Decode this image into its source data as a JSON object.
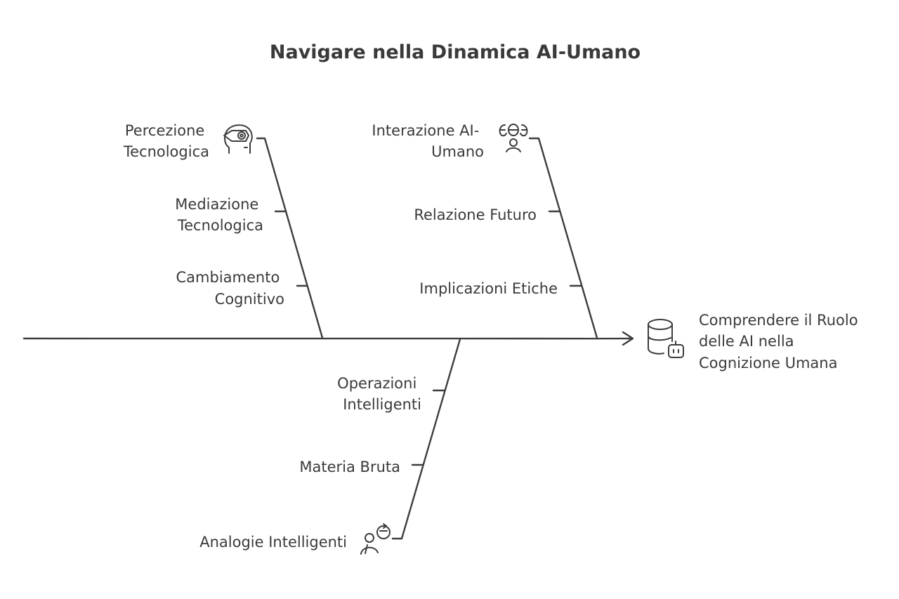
{
  "title": "Navigare nella Dinamica AI-Umano",
  "effect": {
    "lines": [
      "Comprendere il Ruolo",
      "delle AI nella",
      "Cognizione Umana"
    ],
    "icon": "database-robot-icon"
  },
  "branches": {
    "top_left": {
      "causes": [
        {
          "lines": [
            "Percezione",
            "Tecnologica"
          ],
          "icon": "vr-head-icon"
        },
        {
          "lines": [
            "Mediazione",
            "Tecnologica"
          ]
        },
        {
          "lines": [
            "Cambiamento",
            "Cognitivo"
          ]
        }
      ]
    },
    "top_right": {
      "causes": [
        {
          "lines": [
            "Interazione AI-",
            "Umano"
          ],
          "icon": "human-ai-interaction-icon"
        },
        {
          "lines": [
            "Relazione Futuro"
          ]
        },
        {
          "lines": [
            "Implicazioni Etiche"
          ]
        }
      ]
    },
    "bottom": {
      "causes": [
        {
          "lines": [
            "Operazioni",
            "Intelligenti"
          ]
        },
        {
          "lines": [
            "Materia Bruta"
          ]
        },
        {
          "lines": [
            "Analogie Intelligenti"
          ],
          "icon": "person-ai-refresh-icon"
        }
      ]
    }
  }
}
